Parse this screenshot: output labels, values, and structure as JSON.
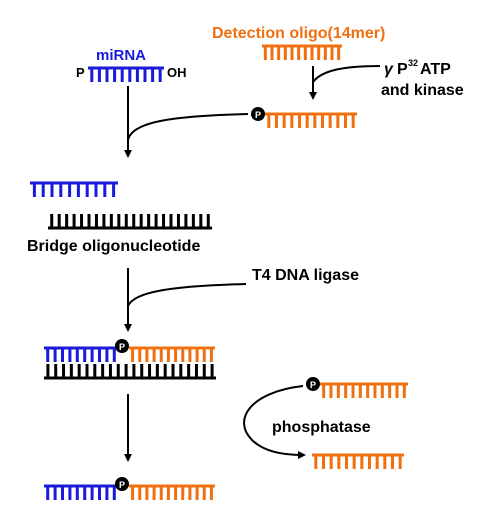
{
  "labels": {
    "mirna": "miRNA",
    "p_end": "P",
    "oh_end": "OH",
    "detection_oligo": "Detection oligo(14mer)",
    "gamma": "γ",
    "p32_prefix": "P",
    "p32_superscript": "32",
    "atp": "ATP",
    "and_kinase": "and kinase",
    "bridge": "Bridge oligonucleotide",
    "t4_ligase": "T4 DNA ligase",
    "phosphatase": "phosphatase",
    "phosphate": "P"
  },
  "colors": {
    "mirna": "#1a1adb",
    "oligo": "#f07010",
    "bridge": "#000000",
    "text_orange": "#f07010",
    "text_blue": "#1a1adb"
  },
  "strand_lengths": {
    "mirna": 10,
    "detection_oligo": 12,
    "bridge": 22,
    "product_mirna": 10,
    "product_oligo": 12
  }
}
